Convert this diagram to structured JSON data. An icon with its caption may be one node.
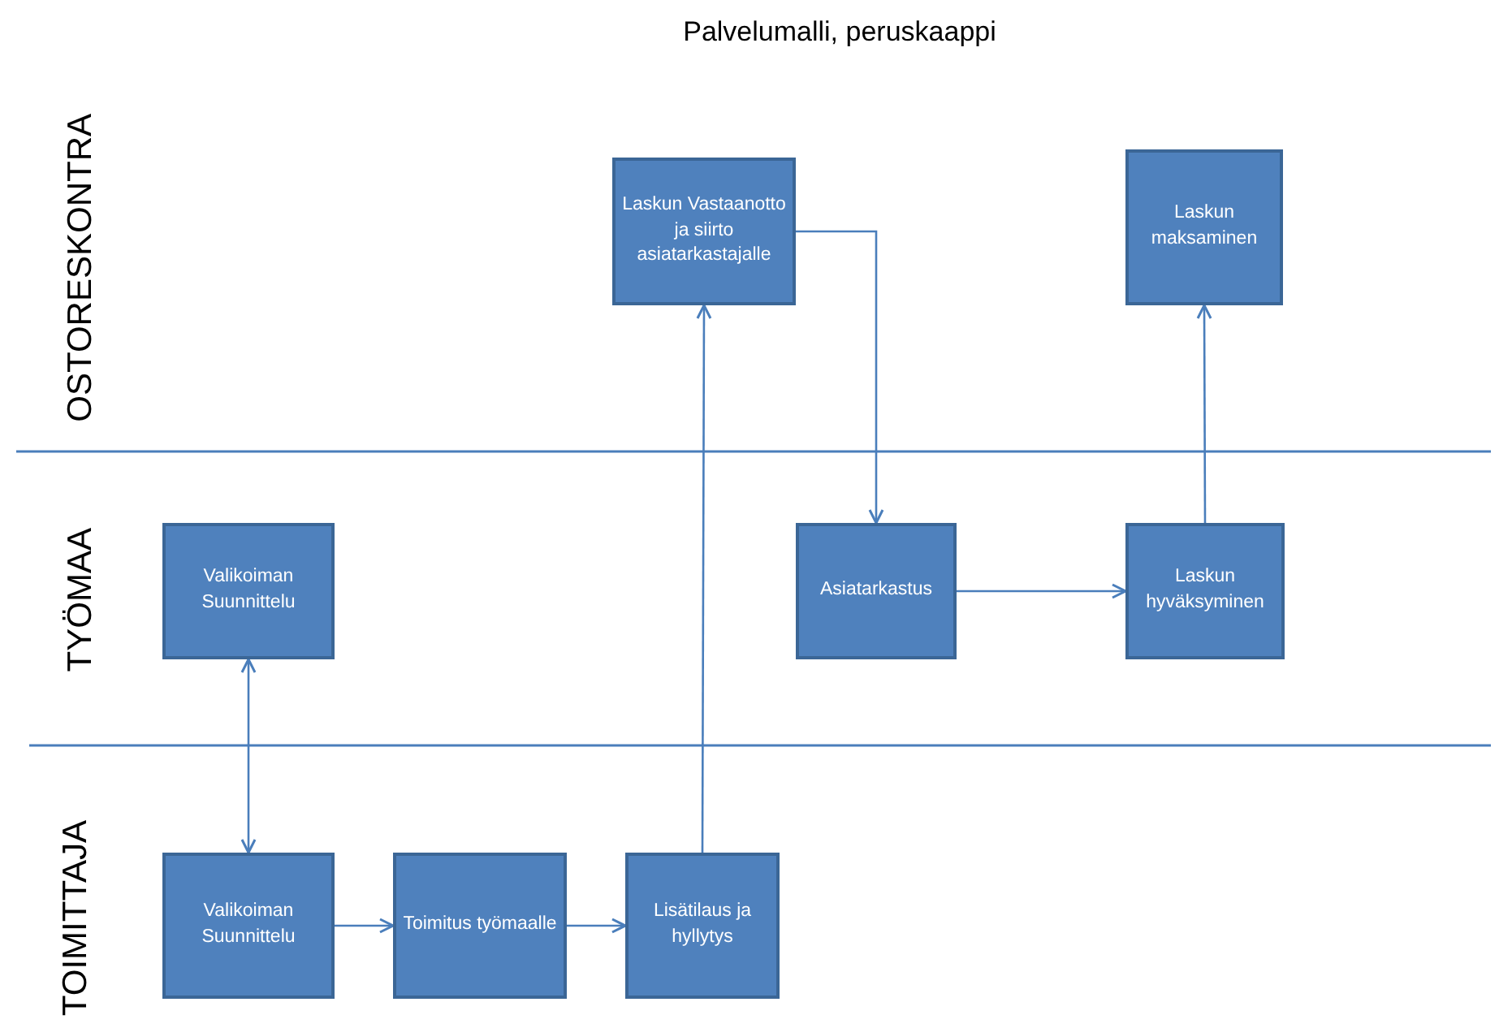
{
  "diagram": {
    "title": "Palvelumalli, peruskaappi",
    "nodes": [
      {
        "text": [
          "Laskun Vastaanotto ja siirto asiatarkastajalle"
        ]
      },
      {
        "text": [
          "Laskun maksaminen"
        ]
      },
      {
        "text": [
          "Valikoiman Suunnittelu"
        ]
      },
      {
        "text": [
          "Asiatarkastus"
        ]
      },
      {
        "text": [
          "Laskun hyväksyminen"
        ]
      },
      {
        "text": [
          "Valikoiman Suunnittelu"
        ]
      },
      {
        "text": [
          "Toimitus työmaalle"
        ]
      },
      {
        "text": [
          "Lisätilaus ja hyllytys"
        ]
      }
    ],
    "edges": [
      {
        "from": 2,
        "to": 5,
        "arrow": "both"
      },
      {
        "from": 5,
        "to": 6,
        "arrow": "to"
      },
      {
        "from": 6,
        "to": 7,
        "arrow": "to"
      },
      {
        "from": 7,
        "to": 0,
        "arrow": "to"
      },
      {
        "from": 0,
        "to": 3,
        "arrow": "to"
      },
      {
        "from": 3,
        "to": 4,
        "arrow": "to"
      },
      {
        "from": 4,
        "to": 1,
        "arrow": "to"
      }
    ],
    "labels": [
      "OSTORESKONTRA",
      "TYÖMAA",
      "TOIMITTAJA"
    ]
  }
}
